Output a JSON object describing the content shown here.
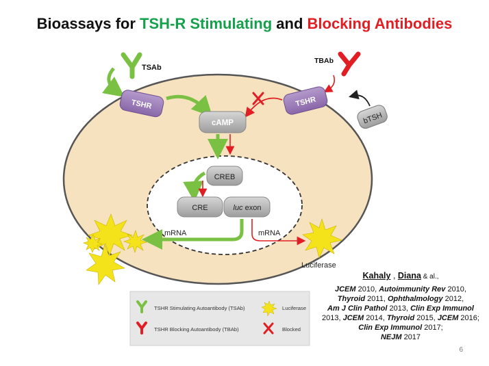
{
  "title": {
    "part1": "Bioassays for ",
    "part2": "TSH-R Stimulating",
    "part3": " and ",
    "part4": "Blocking Antibodies"
  },
  "diagram": {
    "tsab": "TSAb",
    "tbab": "TBAb",
    "tshr_left": "TSHR",
    "tshr_right": "TSHR",
    "btsh": "bTSH",
    "camp": "cAMP",
    "creb": "CREB",
    "cre": "CRE",
    "luc_italic": "luc",
    "luc_rest": " exon",
    "mrna_left": "mRNA",
    "mrna_right": "mRNA",
    "luciferase": "Luciferase"
  },
  "legend": {
    "tsab_item": "TSHR Stimulating Autoantibody (TSAb)",
    "tbab_item": "TSHR Blocking Autoantibody (TBAb)",
    "luciferase_item": "Luciferase",
    "blocked_item": "Blocked"
  },
  "references": {
    "author1": "Kahaly",
    "sep1": " , ",
    "author2": "Diana",
    "etal": " & al.,",
    "line1_j1": "JCEM",
    "line1_y1": " 2010, ",
    "line1_j2": "Autoimmunity Rev",
    "line1_y2": " 2010,",
    "line2_j1": "Thyroid",
    "line2_y1": " 2011, ",
    "line2_j2": "Ophthalmology",
    "line2_y2": " 2012,",
    "line3_j1": "Am J Clin Pathol",
    "line3_y1": " 2013, ",
    "line3_j2": "Clin Exp Immunol",
    "line4_y0": "2013, ",
    "line4_j1": "JCEM",
    "line4_y1": " 2014, ",
    "line4_j2": "Thyroid",
    "line4_y2": " 2015, ",
    "line4_j3": "JCEM",
    "line4_y3": " 2016;",
    "line5_j1": "Clin Exp Immunol",
    "line5_y1": " 2017;",
    "line6_j1": "NEJM",
    "line6_y1": " 2017"
  },
  "page_number": "6",
  "colors": {
    "green": "#7ac143",
    "red": "#e01e24",
    "purple": "#9b7bb8",
    "cell_fill": "#f7e2c0",
    "nucleus_fill": "#ffffff",
    "box_gray": "#b8b8b8",
    "star_yellow": "#f4e21a"
  }
}
